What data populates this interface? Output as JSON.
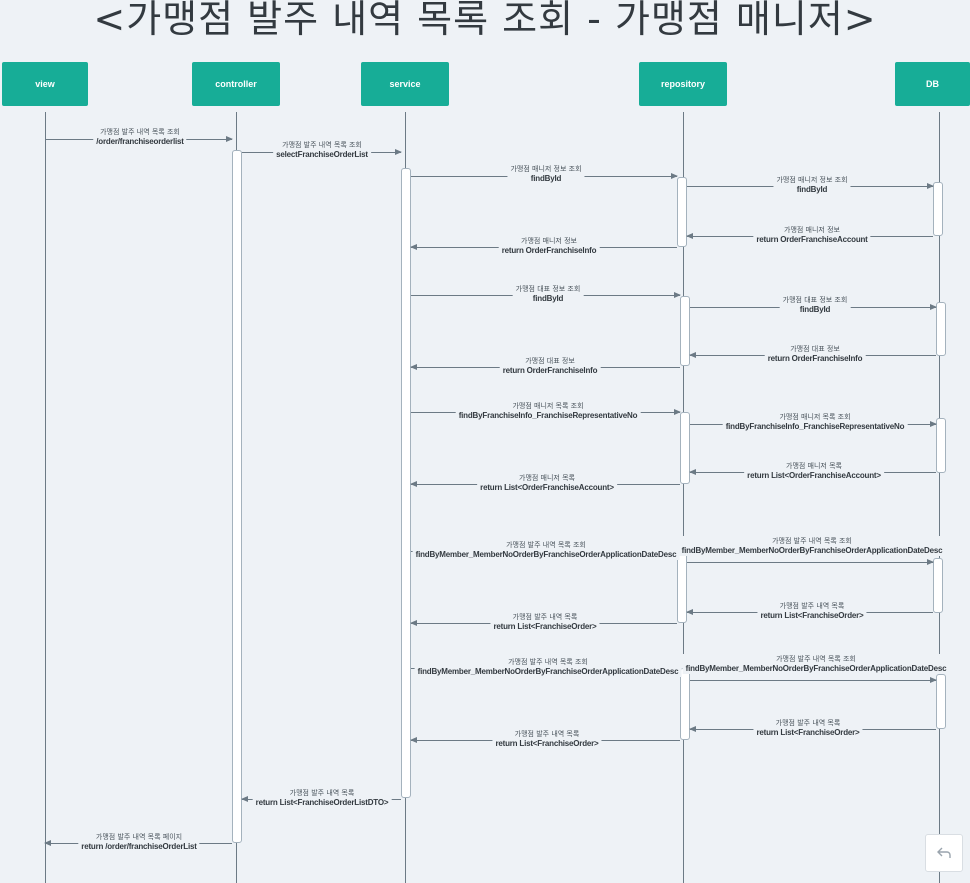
{
  "title": "<가맹점 발주 내역 목록 조회 - 가맹점 매니저>",
  "actors": [
    "view",
    "controller",
    "service",
    "repository",
    "DB"
  ],
  "messages": [
    {
      "ko": "가맹점 발주 내역 목록 조회",
      "method": "/order/franchiseorderlist"
    },
    {
      "ko": "가맹점 발주 내역 목록 조회",
      "method": "selectFranchiseOrderList"
    },
    {
      "ko": "가맹점 매니저 정보 조회",
      "method": "findById"
    },
    {
      "ko": "가맹점 매니저 정보 조회",
      "method": "findById"
    },
    {
      "ko": "가맹점 매니저 정보",
      "method": "return OrderFranchiseAccount"
    },
    {
      "ko": "가맹점 매니저 정보",
      "method": "return OrderFranchiseInfo"
    },
    {
      "ko": "가맹점 대표 정보 조회",
      "method": "findById"
    },
    {
      "ko": "가맹점 대표 정보 조회",
      "method": "findById"
    },
    {
      "ko": "가맹점 대표 정보",
      "method": "return OrderFranchiseInfo"
    },
    {
      "ko": "가맹점 대표 정보",
      "method": "return OrderFranchiseInfo"
    },
    {
      "ko": "가맹점 매니저 목록 조회",
      "method": "findByFranchiseInfo_FranchiseRepresentativeNo"
    },
    {
      "ko": "가맹점 매니저 목록 조회",
      "method": "findByFranchiseInfo_FranchiseRepresentativeNo"
    },
    {
      "ko": "가맹점 매니저 목록",
      "method": "return List<OrderFranchiseAccount>"
    },
    {
      "ko": "가맹점 매니저 목록",
      "method": "return List<OrderFranchiseAccount>"
    },
    {
      "ko": "가맹점 발주 내역 목록 조회",
      "method": "findByMember_MemberNoOrderByFranchiseOrderApplicationDateDesc"
    },
    {
      "ko": "가맹점 발주 내역 목록 조회",
      "method": "findByMember_MemberNoOrderByFranchiseOrderApplicationDateDesc"
    },
    {
      "ko": "가맹점 발주 내역 목록",
      "method": "return List<FranchiseOrder>"
    },
    {
      "ko": "가맹점 발주 내역 목록",
      "method": "return List<FranchiseOrder>"
    },
    {
      "ko": "가맹점 발주 내역 목록 조회",
      "method": "findByMember_MemberNoOrderByFranchiseOrderApplicationDateDesc"
    },
    {
      "ko": "가맹점 발주 내역 목록 조회",
      "method": "findByMember_MemberNoOrderByFranchiseOrderApplicationDateDesc"
    },
    {
      "ko": "가맹점 발주 내역 목록",
      "method": "return List<FranchiseOrder>"
    },
    {
      "ko": "가맹점 발주 내역 목록",
      "method": "return List<FranchiseOrder>"
    },
    {
      "ko": "가맹점 발주 내역 목록",
      "method": "return List<FranchiseOrderListDTO>"
    },
    {
      "ko": "가맹점 발주 내역 목록 페이지",
      "method": "return /order/franchiseOrderList"
    }
  ],
  "undo_icon": "undo-icon"
}
